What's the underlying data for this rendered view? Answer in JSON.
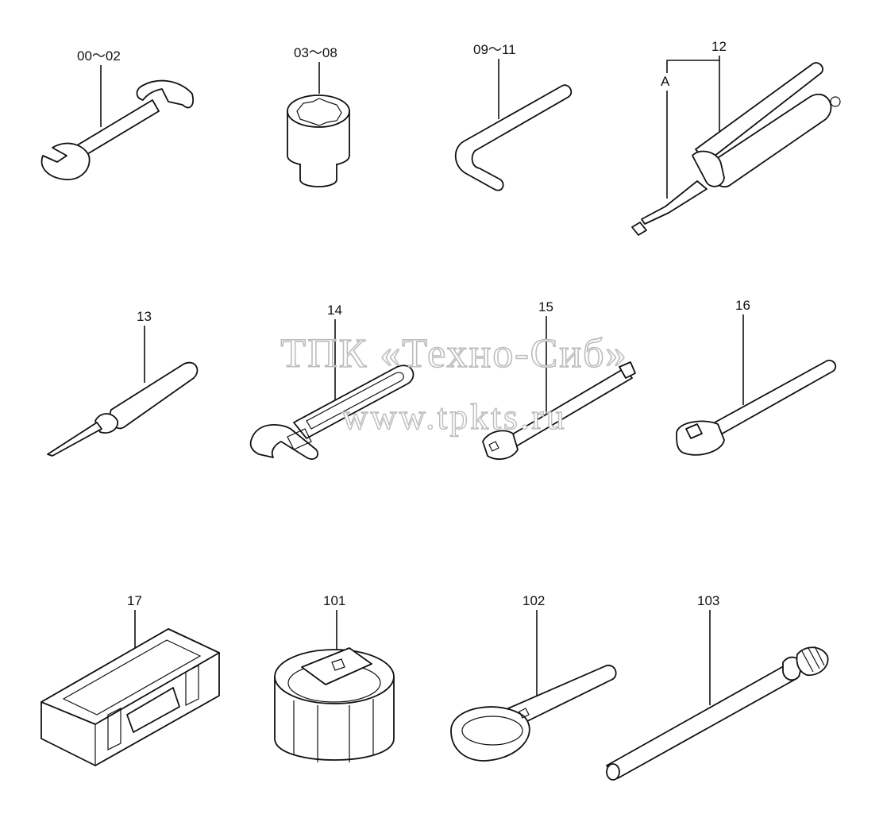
{
  "watermark": {
    "line1": "ТПК «Техно-Сиб»",
    "line2": "www.tpkts.ru"
  },
  "parts": [
    {
      "id": "wrench",
      "label": "00～02"
    },
    {
      "id": "socket",
      "label": "03～08"
    },
    {
      "id": "hex-key",
      "label": "09～11"
    },
    {
      "id": "grease-gun",
      "label": "12"
    },
    {
      "id": "grease-gun-nozzle",
      "label": "A"
    },
    {
      "id": "screwdriver",
      "label": "13"
    },
    {
      "id": "adjustable-wrench",
      "label": "14"
    },
    {
      "id": "extension-bar",
      "label": "15"
    },
    {
      "id": "ratchet-handle",
      "label": "16"
    },
    {
      "id": "tool-box",
      "label": "17"
    },
    {
      "id": "filter-wrench",
      "label": "101"
    },
    {
      "id": "ring-spanner",
      "label": "102"
    },
    {
      "id": "pin-rod",
      "label": "103"
    }
  ]
}
